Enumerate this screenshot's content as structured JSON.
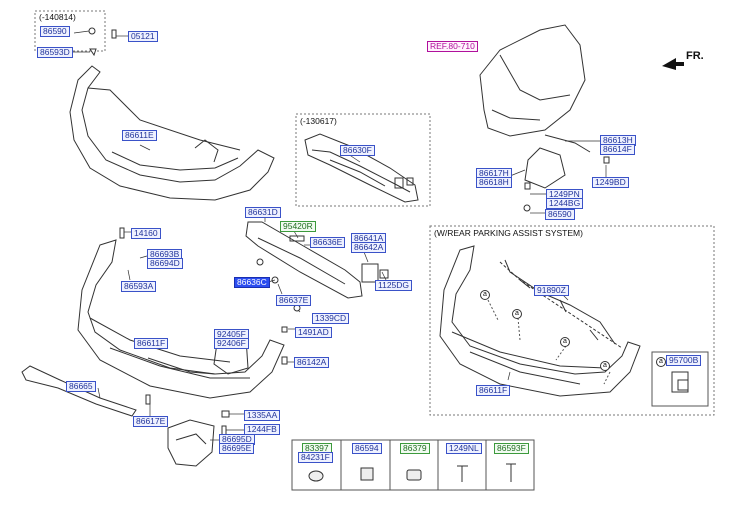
{
  "notes": {
    "date_group_1": "(-140814)",
    "date_group_2": "(-130617)",
    "parking_assist": "(W/REAR PARKING ASSIST SYSTEM)",
    "circle_marker": "a",
    "front_dir": "FR."
  },
  "ref": "REF.80-710",
  "labels": {
    "p86590a": "86590",
    "p05121": "05121",
    "p86593D": "86593D",
    "p86611E": "86611E",
    "p86630F": "86630F",
    "p86613H": "86613H",
    "p86614F": "86614F",
    "p86617H": "86617H",
    "p86618H": "86618H",
    "p1249PN": "1249PN",
    "p1244BG": "1244BG",
    "p1249BD": "1249BD",
    "p86590b": "86590",
    "p86631D": "86631D",
    "p95420R": "95420R",
    "p86636E": "86636E",
    "p86641A": "86641A",
    "p86642A": "86642A",
    "p14160": "14160",
    "p86693B": "86693B",
    "p86694D": "86694D",
    "p86593A": "86593A",
    "p86636C": "86636C",
    "p86637E": "86637E",
    "p1125DG": "1125DG",
    "p1339CD": "1339CD",
    "p1491AD": "1491AD",
    "p86611F": "86611F",
    "p92405F": "92405F",
    "p92406F": "92406F",
    "p86142A": "86142A",
    "p86665": "86665",
    "p86617E": "86617E",
    "p1335AA": "1335AA",
    "p1244FB": "1244FB",
    "p86695D": "86695D",
    "p86695E": "86695E",
    "p91890Z": "91890Z",
    "p86611F_b": "86611F",
    "p95700B": "95700B",
    "p83397": "83397",
    "p84231F": "84231F",
    "p86594": "86594",
    "p86379": "86379",
    "p1249NL": "1249NL",
    "p86593F": "86593F"
  },
  "colors": {
    "label_border": "#3a52c8",
    "label_text": "#22349a",
    "label_green": "#3c9a3c",
    "label_selected": "#2b4df0",
    "ref_magenta": "#b0109c",
    "line": "#333333"
  }
}
